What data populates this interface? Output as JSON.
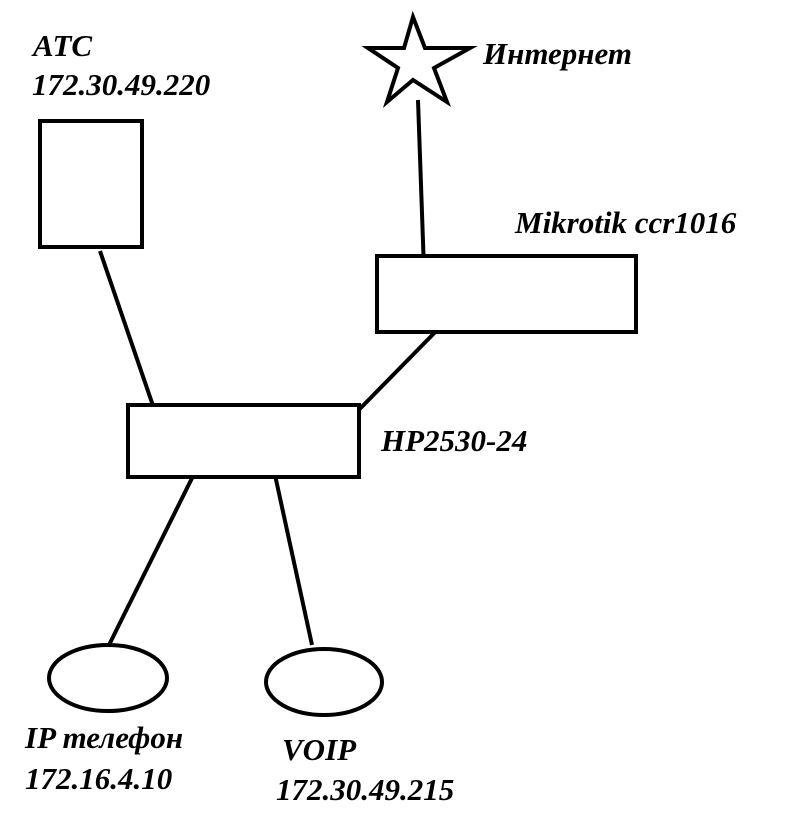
{
  "nodes": {
    "atc": {
      "name": "АТС",
      "ip": "172.30.49.220"
    },
    "internet": {
      "name": "Интернет"
    },
    "mikrotik": {
      "name": "Mikrotik ccr1016"
    },
    "switch": {
      "name": "HP2530-24"
    },
    "ip_phone": {
      "name": "IP телефон",
      "ip": "172.16.4.10"
    },
    "voip": {
      "name": "VOIP",
      "ip": "172.30.49.215"
    }
  },
  "colors": {
    "stroke": "#000000",
    "background": "#ffffff"
  }
}
